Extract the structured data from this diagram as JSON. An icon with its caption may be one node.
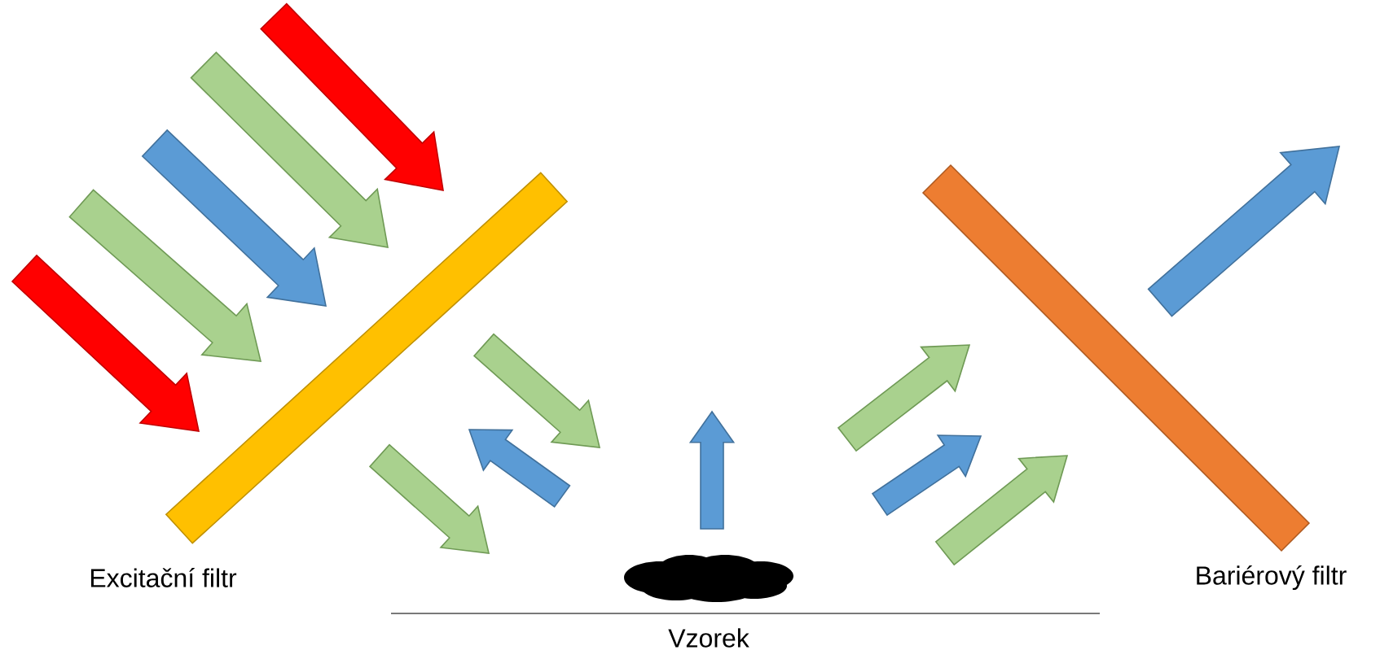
{
  "diagram": {
    "nodes": [
      {
        "text": [],
        "shape": "bar",
        "beside": [
          "Excitační filtr"
        ]
      },
      {
        "text": [],
        "shape": "cloud",
        "beside": [
          "Vzorek"
        ]
      },
      {
        "text": [],
        "shape": "bar",
        "beside": [
          "Bariérový filtr"
        ]
      }
    ]
  }
}
